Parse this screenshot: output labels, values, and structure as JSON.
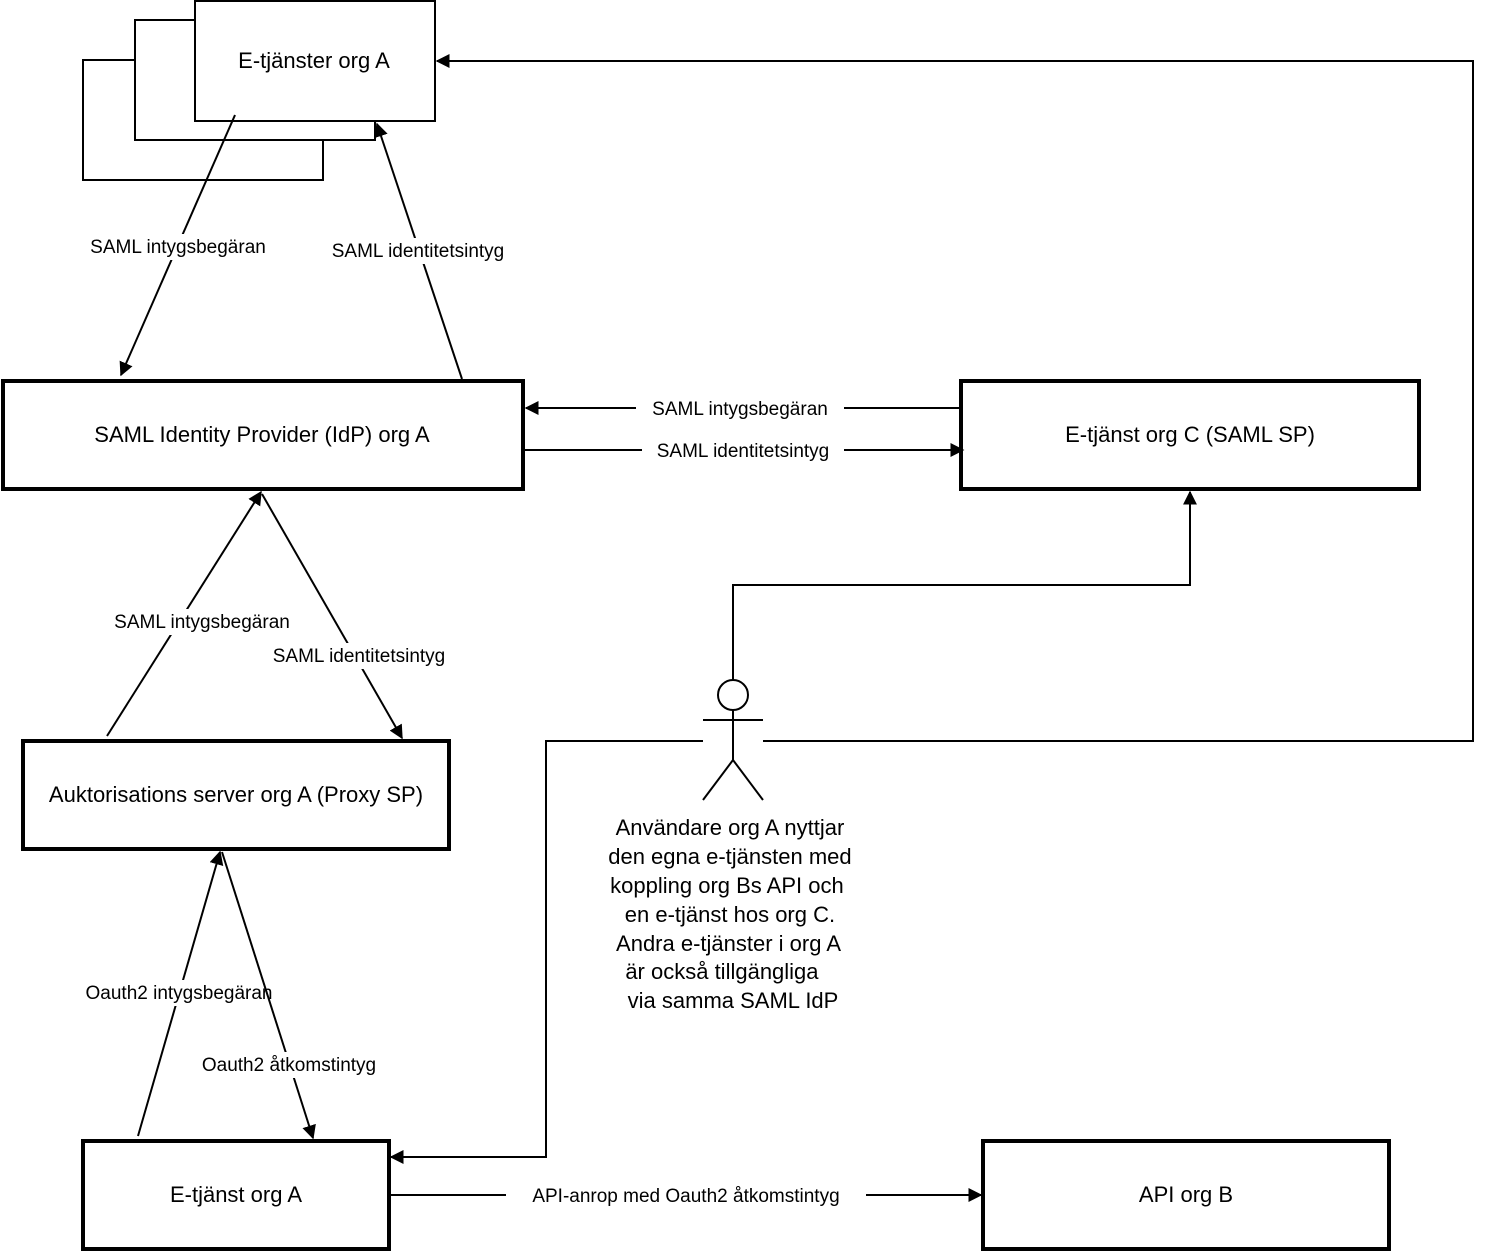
{
  "nodes": {
    "etjanster_org_a": "E-tjänster org A",
    "saml_idp": "SAML Identity Provider (IdP) org A",
    "etjanst_org_c": "E-tjänst org C (SAML SP)",
    "auth_server": "Auktorisations server  org A (Proxy SP)",
    "etjanst_org_a": "E-tjänst org A",
    "api_org_b": "API org B"
  },
  "edges": {
    "saml_request_1": "SAML intygsbegäran",
    "saml_assertion_1": "SAML identitetsintyg",
    "saml_request_c": "SAML intygsbegäran",
    "saml_assertion_c": "SAML identitetsintyg",
    "saml_request_proxy": "SAML intygsbegäran",
    "saml_assertion_proxy": "SAML identitetsintyg",
    "oauth2_request": "Oauth2 intygsbegäran",
    "oauth2_token": "Oauth2 åtkomstintyg",
    "api_call": "API-anrop med Oauth2 åtkomstintyg"
  },
  "actor": {
    "caption_lines": [
      "Användare org A nyttjar",
      "den egna e-tjänsten med",
      "koppling org Bs API och",
      "en e-tjänst hos org C.",
      "Andra e-tjänster i org A",
      "är också tillgängliga",
      "via samma SAML IdP"
    ]
  }
}
